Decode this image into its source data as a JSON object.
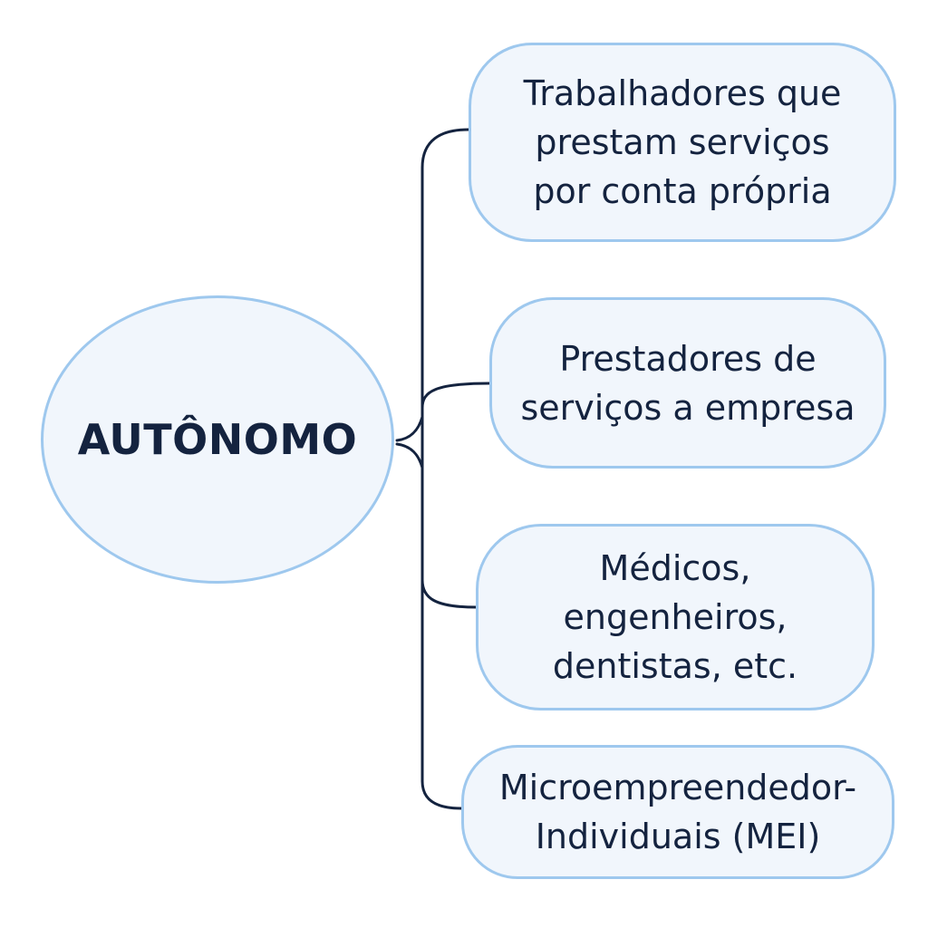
{
  "diagram": {
    "central": {
      "label": "AUTÔNOMO"
    },
    "branches": [
      {
        "label": "Trabalhadores que\nprestam serviços\npor conta própria"
      },
      {
        "label": "Prestadores de\nserviços a empresa"
      },
      {
        "label": "Médicos,\nengenheiros,\ndentistas, etc."
      },
      {
        "label": "Microempreendedor-\nIndividuais (MEI)"
      }
    ],
    "colors": {
      "node_border": "#9ec8ee",
      "node_fill": "#f1f6fc",
      "connector": "#14233f",
      "text": "#14233f"
    }
  }
}
